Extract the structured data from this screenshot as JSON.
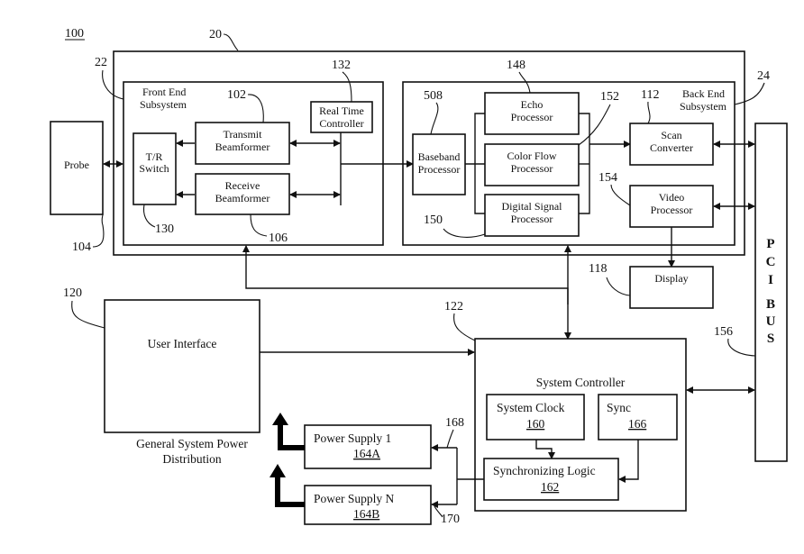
{
  "figure": {
    "ref": "100",
    "refs": {
      "system": "20",
      "front_end": "22",
      "back_end": "24",
      "transmit": "102",
      "probe": "104",
      "receive": "106",
      "scan_converter": "112",
      "display": "118",
      "user_interface": "120",
      "system_controller": "122",
      "tr_switch": "130",
      "real_time": "132",
      "echo": "148",
      "dsp": "150",
      "color_flow": "152",
      "video": "154",
      "pci": "156",
      "line_168": "168",
      "line_170": "170",
      "baseband": "508"
    }
  },
  "blocks": {
    "probe": "Probe",
    "front_end": [
      "Front End",
      "Subsystem"
    ],
    "back_end": [
      "Back End",
      "Subsystem"
    ],
    "tr_switch": [
      "T/R",
      "Switch"
    ],
    "transmit": [
      "Transmit",
      "Beamformer"
    ],
    "receive": [
      "Receive",
      "Beamformer"
    ],
    "real_time": [
      "Real Time",
      "Controller"
    ],
    "baseband": [
      "Baseband",
      "Processor"
    ],
    "echo": [
      "Echo",
      "Processor"
    ],
    "color_flow": [
      "Color Flow",
      "Processor"
    ],
    "dsp": [
      "Digital Signal",
      "Processor"
    ],
    "scan_converter": [
      "Scan",
      "Converter"
    ],
    "video": [
      "Video",
      "Processor"
    ],
    "display": "Display",
    "pci_bus": [
      "P",
      "C",
      "I",
      "",
      "B",
      "U",
      "S"
    ],
    "user_interface": "User Interface",
    "system_controller": "System Controller",
    "system_clock": {
      "label": "System Clock",
      "num": "160"
    },
    "sync": {
      "label": "Sync",
      "num": "166"
    },
    "sync_logic": {
      "label": "Synchronizing Logic",
      "num": "162"
    },
    "power_1": {
      "label": "Power Supply 1",
      "num": "164A"
    },
    "power_n": {
      "label": "Power Supply N",
      "num": "164B"
    },
    "power_distribution": [
      "General System Power",
      "Distribution"
    ]
  }
}
